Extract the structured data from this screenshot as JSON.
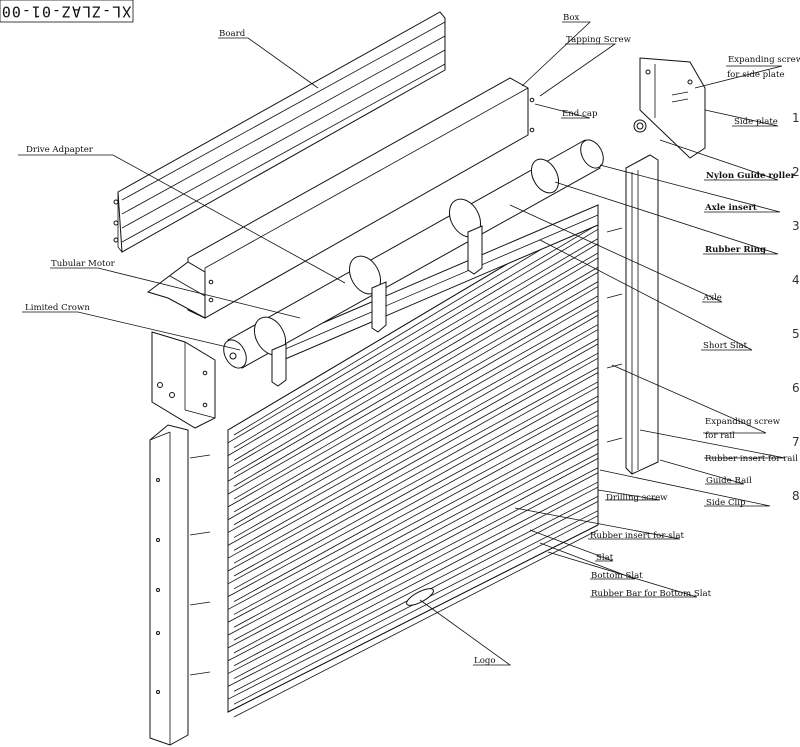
{
  "drawing": {
    "code": "XL-ZLAZ-01-00",
    "side_notes": [
      "1",
      "2",
      "3",
      "4",
      "5",
      "6",
      "7",
      "8"
    ],
    "labels": {
      "box": "Box",
      "tapping_screw": "Tapping Screw",
      "end_cap": "End cap",
      "board": "Board",
      "drive_adapter": "Drive Adpapter",
      "tubular_motor": "Tubular Motor",
      "limited_crown": "Limited Crown",
      "expanding_screw_side_plate_1": "Expanding screw",
      "expanding_screw_side_plate_2": "for side plate",
      "side_plate": "Side plate",
      "nylon_guide_roller": "Nylon Guide roller",
      "axle_insert": "Axle insert",
      "rubber_ring": "Rubber Ring",
      "axle": "Axle",
      "short_slat": "Short Slat",
      "expanding_screw_rail_1": "Expanding screw",
      "expanding_screw_rail_2": "for rail",
      "rubber_insert_rail": "Rubber insert for rail",
      "guide_rail": "Guide Rail",
      "side_clip": "Side Clip",
      "drilling_screw": "Drilling screw",
      "rubber_insert_slat": "Rubber insert for slat",
      "slat": "Slat",
      "bottom_slat": "Bottom Slat",
      "rubber_bar_bottom_slat": "Rubber Bar for Bottom Slat",
      "logo": "Logo"
    }
  }
}
